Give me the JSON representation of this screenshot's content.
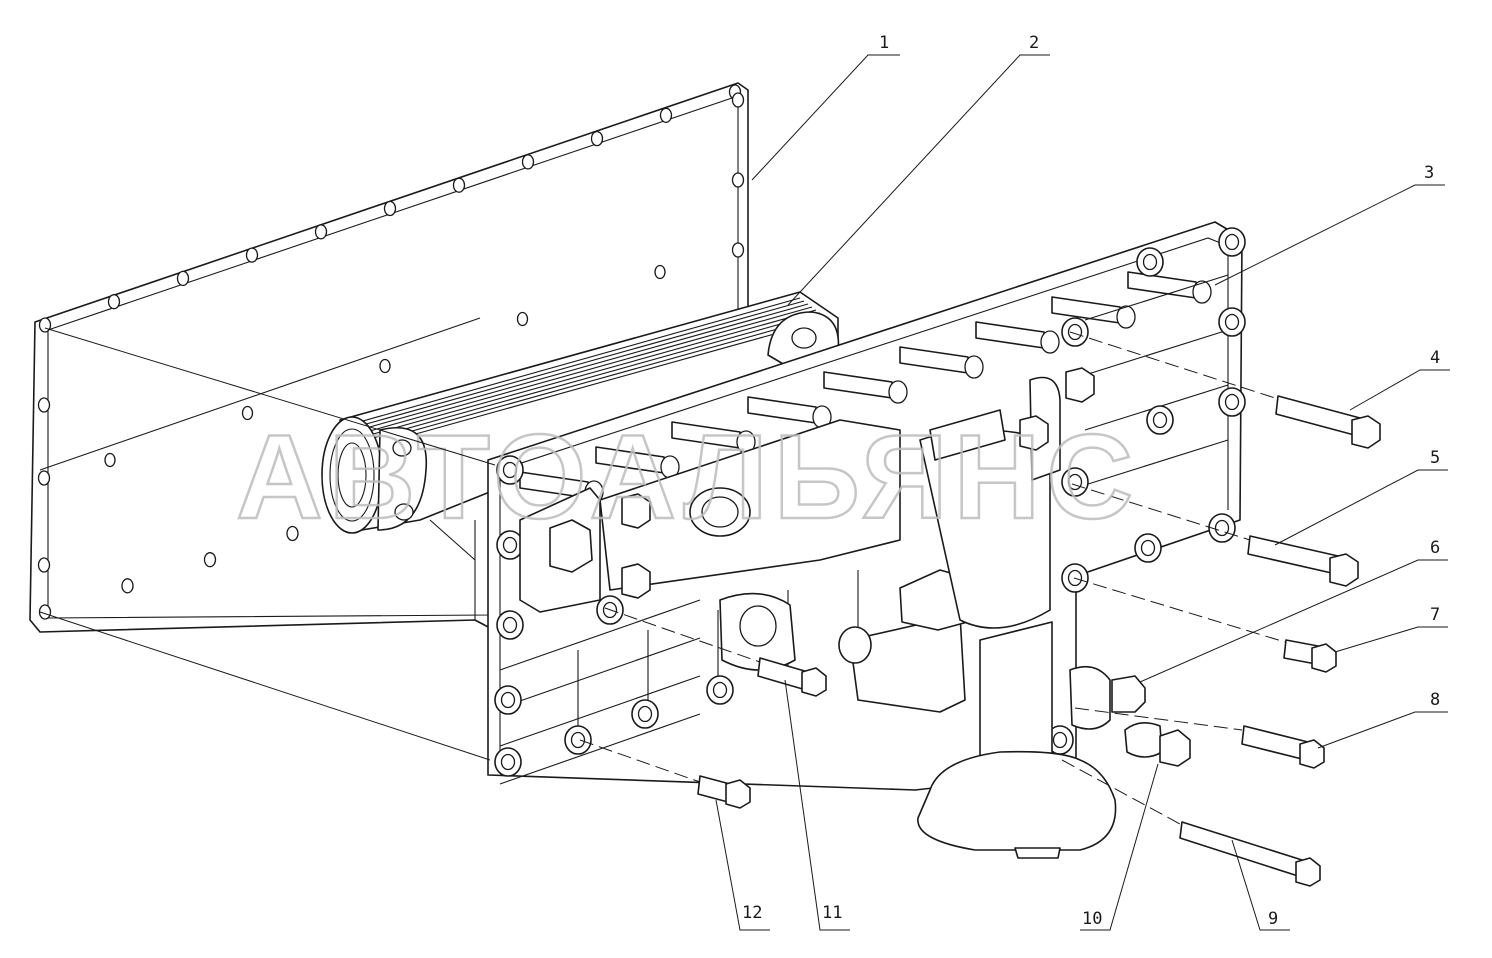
{
  "watermark": {
    "text": "АВТОАЛЬЯНС"
  },
  "callouts": [
    {
      "id": "1",
      "label": "1"
    },
    {
      "id": "2",
      "label": "2"
    },
    {
      "id": "3",
      "label": "3"
    },
    {
      "id": "4",
      "label": "4"
    },
    {
      "id": "5",
      "label": "5"
    },
    {
      "id": "6",
      "label": "6"
    },
    {
      "id": "7",
      "label": "7"
    },
    {
      "id": "8",
      "label": "8"
    },
    {
      "id": "9",
      "label": "9"
    },
    {
      "id": "10",
      "label": "10"
    },
    {
      "id": "11",
      "label": "11"
    },
    {
      "id": "12",
      "label": "12"
    }
  ]
}
